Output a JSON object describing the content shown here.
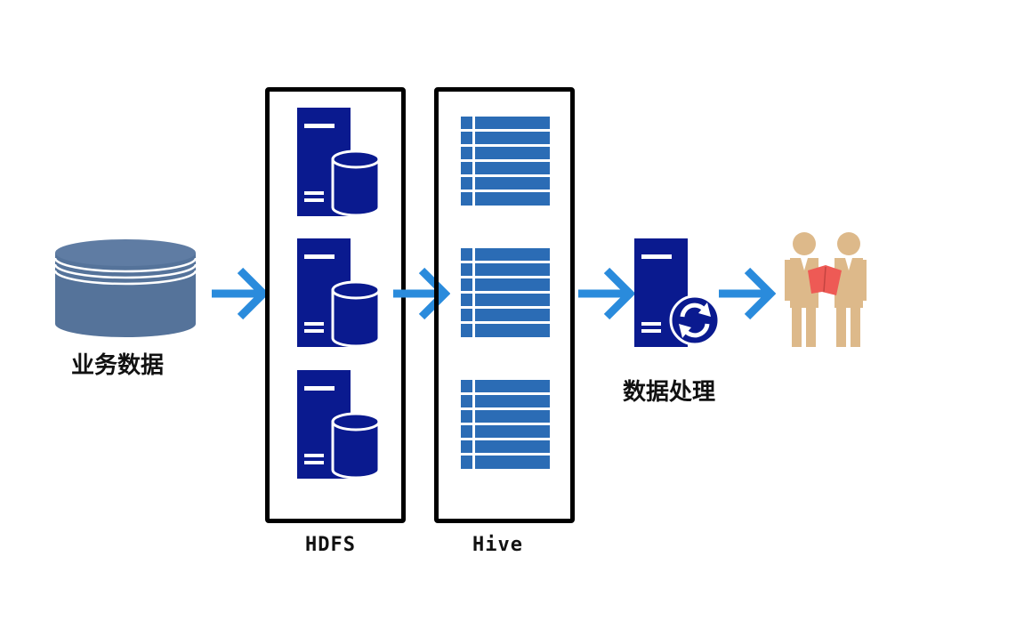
{
  "nodes": {
    "business_data": {
      "label": "业务数据"
    },
    "hdfs": {
      "label": "HDFS"
    },
    "hive": {
      "label": "Hive"
    },
    "data_processing": {
      "label": "数据处理"
    }
  },
  "colors": {
    "database": "#55739a",
    "server": "#0a1a8f",
    "table_row": "#2b6cb5",
    "arrow": "#2a8bdc",
    "person": "#ddb98a",
    "document": "#ee5a55",
    "border": "#000000"
  },
  "icons": [
    "database-icon",
    "server-database-icon",
    "table-icon",
    "server-sync-icon",
    "people-meeting-icon",
    "arrow-right-icon"
  ]
}
